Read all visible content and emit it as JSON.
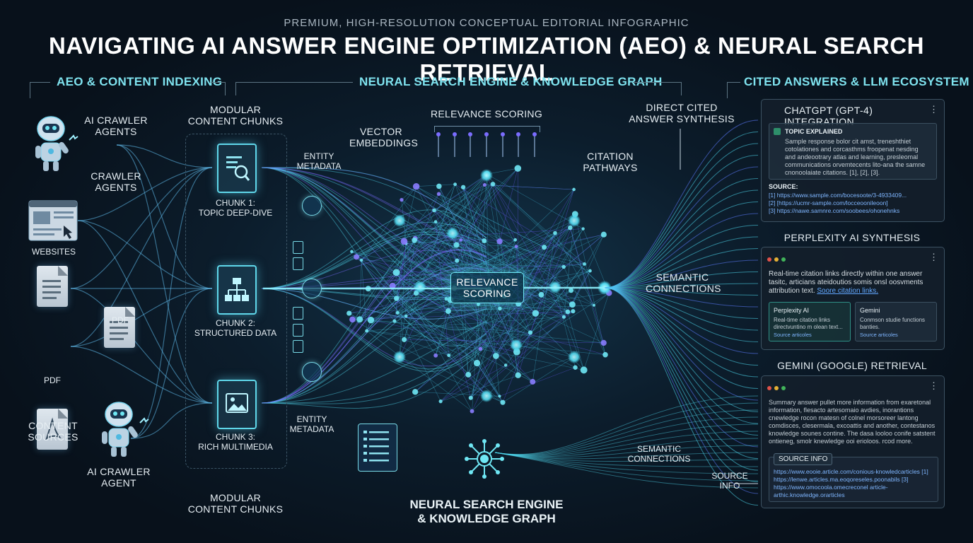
{
  "header": {
    "supertitle": "PREMIUM, HIGH-RESOLUTION CONCEPTUAL EDITORIAL INFOGRAPHIC",
    "title": "NAVIGATING AI ANSWER ENGINE OPTIMIZATION (AEO) & NEURAL SEARCH RETRIEVAL"
  },
  "sections": {
    "left": "AEO & CONTENT INDEXING",
    "middle": "NEURAL SEARCH ENGINE & KNOWLEDGE GRAPH",
    "right": "CITED ANSWERS & LLM ECOSYSTEM"
  },
  "left_column": {
    "crawler_top_label_1": "AI CRAWLER",
    "crawler_top_label_2": "AGENTS",
    "crawler_mid_label_1": "CRAWLER",
    "crawler_mid_label_2": "AGENTS",
    "websites_label": "WEBSITES",
    "pdf_label_1": "PDF",
    "pdf_label_2": "PDF",
    "content_sources_1": "CONTENT",
    "content_sources_2": "SOURCES",
    "crawler_bottom_1": "AI CRAWLER",
    "crawler_bottom_2": "AGENT"
  },
  "chunks": {
    "top_heading_1": "MODULAR",
    "top_heading_2": "CONTENT CHUNKS",
    "chunk1_1": "CHUNK 1:",
    "chunk1_2": "TOPIC DEEP-DIVE",
    "chunk2_1": "CHUNK 2:",
    "chunk2_2": "STRUCTURED DATA",
    "chunk3_1": "CHUNK 3:",
    "chunk3_2": "RICH MULTIMEDIA",
    "bottom_heading_1": "MODULAR",
    "bottom_heading_2": "CONTENT CHUNKS",
    "entity_top_1": "ENTITY",
    "entity_top_2": "METADATA",
    "entity_bottom_1": "ENTITY",
    "entity_bottom_2": "METADATA"
  },
  "network": {
    "relevance_top": "RELEVANCE SCORING",
    "vector_1": "VECTOR",
    "vector_2": "EMBEDDINGS",
    "citation_1": "CITATION",
    "citation_2": "PATHWAYS",
    "center_1": "RELEVANCE",
    "center_2": "SCORING",
    "bottom_1": "NEURAL SEARCH ENGINE",
    "bottom_2": "& KNOWLEDGE GRAPH"
  },
  "right_labels": {
    "direct_1": "DIRECT CITED",
    "direct_2": "ANSWER SYNTHESIS",
    "semantic_mid_1": "SEMANTIC",
    "semantic_mid_2": "CONNECTIONS",
    "semantic_bot_1": "SEMANTIC",
    "semantic_bot_2": "CONNECTIONS",
    "source_info_1": "SOURCE",
    "source_info_2": "INFO"
  },
  "chatgpt_panel": {
    "title": "CHATGPT (GPT-4) INTEGRATION",
    "topic": "TOPIC EXPLAINED",
    "body_1": "Sample response bolor cit amst, treneshthiet",
    "body_2": "cotolationes and corcasthms froopenat nesding",
    "body_3": "and andeootrary atlas and learning, presleomal",
    "body_4": "communications orvemtecents lito-ana the samne",
    "body_5": "cnonoolaiate citations. [1], [2], [3].",
    "source_label": "SOURCE:",
    "link_1": "[1]  https://www.sample.com/bocesoote/3-4933409...",
    "link_2": "[2]  [https://ucmr-sample.com/locceoonileoon]",
    "link_3": "[3]  https://nawe.samnre.com/soobees/ohonehnks"
  },
  "perplexity_panel": {
    "heading": "PERPLEXITY AI SYNTHESIS",
    "body_1": "Real-time citation links directly within one answer",
    "body_2": "tasitc, articians ateidoutios somis onsl oosvments",
    "body_3": "attribution text.",
    "body_link": "Soore citation links.",
    "card1_title": "Perplexity AI",
    "card1_text_1": "Real-time citation links",
    "card1_text_2": "directvuntino m olean text...",
    "card1_src": "Source articoles",
    "card2_title": "Gemini",
    "card2_text_1": "Conmson studie functions",
    "card2_text_2": "banties.",
    "card2_src": "Source articoles"
  },
  "gemini_panel": {
    "heading": "GEMINI (GOOGLE) RETRIEVAL",
    "body_1": "Summary answer pullet more information from exaretonal",
    "body_2": "information, flesacto artesomaio avdies, inorantions",
    "body_3": "cnewledge rocon matesn of colnel morsoreer lantong",
    "body_4": "comdisces, clesermala, excoattis and another, contestanos",
    "body_5": "knowledge sounes contine. The dasa looloo conife satstent",
    "body_6": "ontieneg, smolr knewledge ooi erioloos. rcod more.",
    "source_info": "SOURCE INFO",
    "link_1": "https://www.eooie.article.com/conious-knowledcarticles [1]",
    "link_2": "https://lenwe.articles.ma.eoqoreseles.poonabils [3]",
    "link_3": "https://www.omocoola.omecreconel article-",
    "link_4": "arthic.knowledge.orarticles"
  },
  "colors": {
    "background": "#0a1420",
    "accent_cyan": "#6fe7f4",
    "accent_blue": "#4a7dff",
    "accent_purple": "#7b6cff",
    "panel": "#141e2a"
  },
  "icons": [
    "robot-icon",
    "browser-window-icon",
    "document-icon",
    "pdf-icon",
    "search-doc-icon",
    "hierarchy-icon",
    "image-doc-icon",
    "database-icon",
    "gear-hub-icon",
    "list-doc-icon"
  ]
}
